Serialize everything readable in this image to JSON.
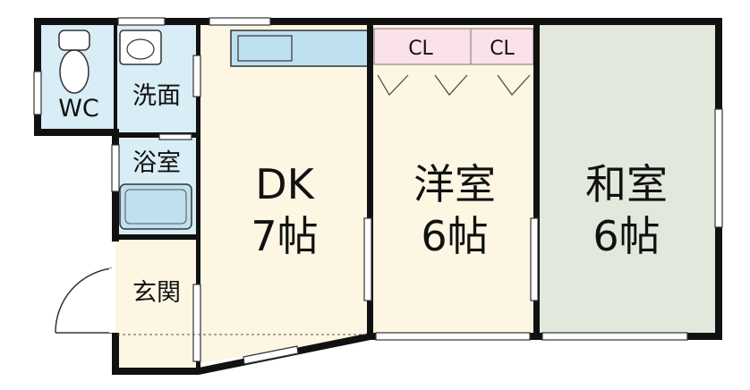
{
  "floorplan": {
    "rooms": {
      "wc": "WC",
      "washroom": "洗面",
      "bath": "浴室",
      "entrance": "玄関",
      "dk": {
        "name": "DK",
        "size": "7帖"
      },
      "western": {
        "name": "洋室",
        "size": "6帖"
      },
      "japanese": {
        "name": "和室",
        "size": "6帖"
      }
    },
    "closets": [
      "CL",
      "CL"
    ],
    "colors": {
      "water_area": "#d8edf6",
      "floor_wood": "#fdf6e3",
      "tatami": "#e3e8dd",
      "closet": "#fbe1ea",
      "fixture": "#bfe0ee",
      "wall": "#111111"
    }
  }
}
